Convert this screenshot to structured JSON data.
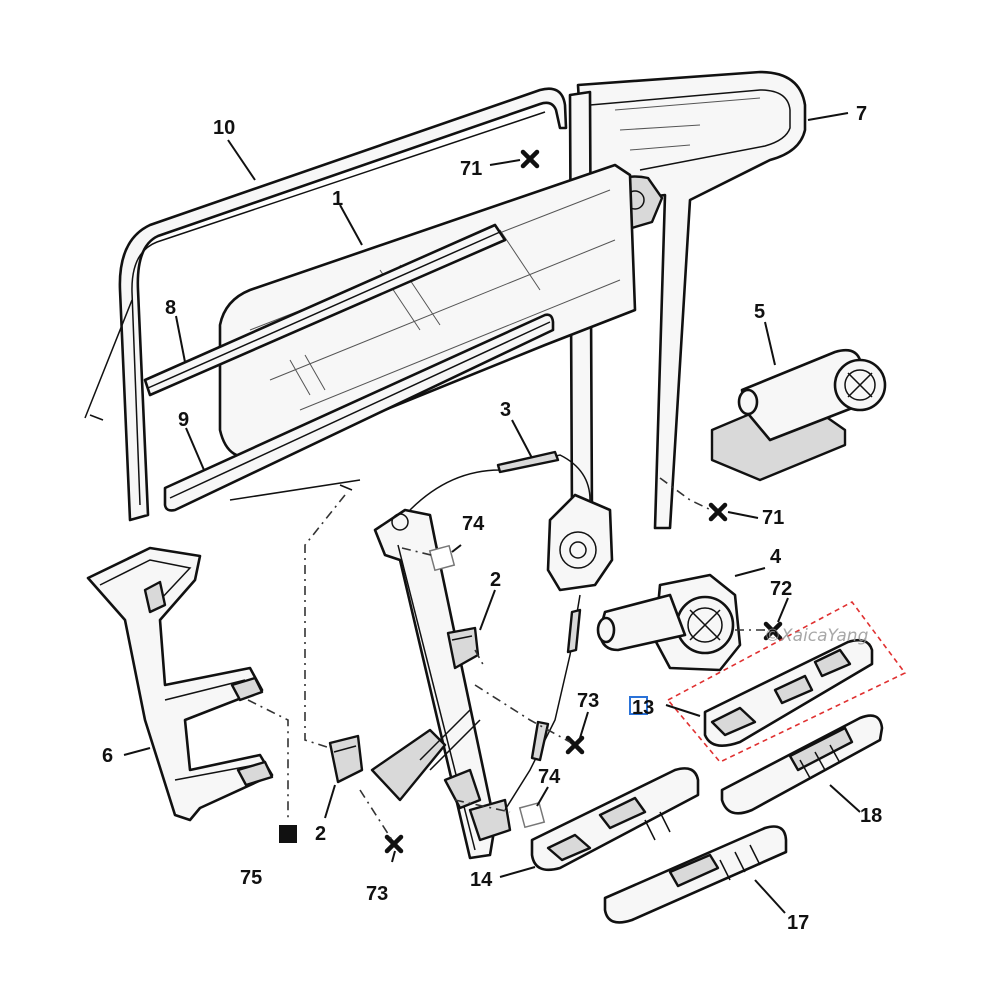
{
  "diagram": {
    "callouts": {
      "p10": "10",
      "p1": "1",
      "p71a": "71",
      "p7": "7",
      "p8": "8",
      "p9": "9",
      "p3": "3",
      "p5": "5",
      "p71b": "71",
      "p74a": "74",
      "p2a": "2",
      "p4": "4",
      "p72": "72",
      "p13": "13",
      "p6": "6",
      "p73a": "73",
      "p2b": "2",
      "p74b": "74",
      "p18": "18",
      "p75": "75",
      "p73b": "73",
      "p14": "14",
      "p17": "17"
    },
    "watermark": "©XaicaYang",
    "selection_color": "#e03030",
    "hover_color": "#2a72d8"
  }
}
